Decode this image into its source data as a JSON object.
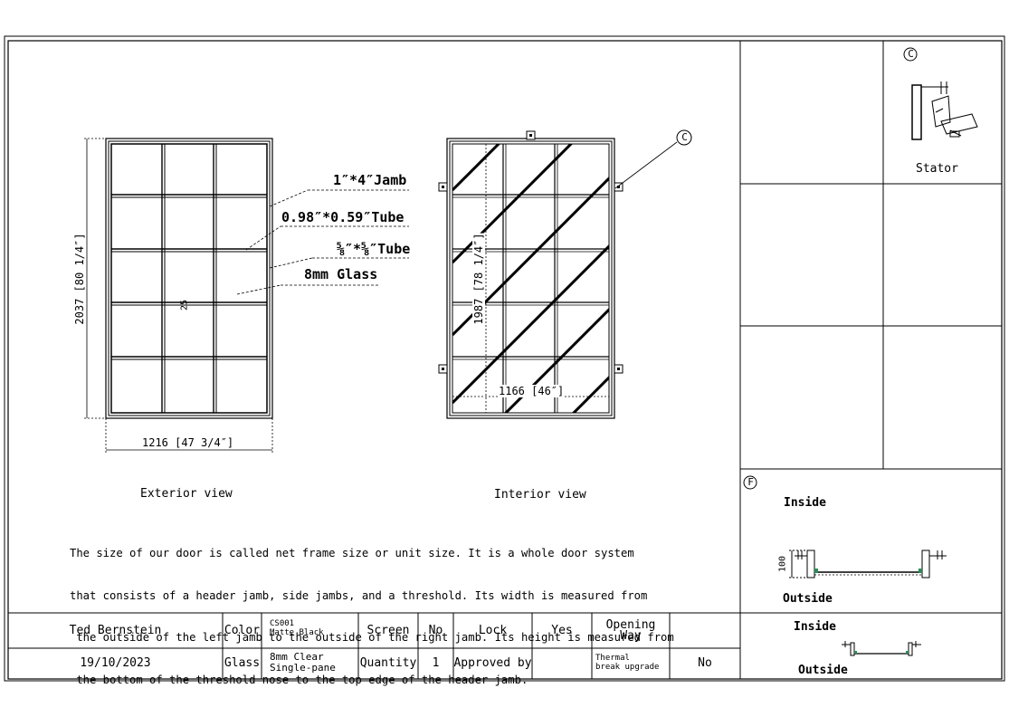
{
  "labels": {
    "jamb": "1″*4″Jamb",
    "tube_large": "0.98″*0.59″Tube",
    "tube_small": "⅝″*⅝″Tube",
    "glass": "8mm Glass",
    "callout_c": "C",
    "callout_f": "F"
  },
  "exterior": {
    "view_label": "Exterior view",
    "height_dim": "2037 [80 1/4″]",
    "width_dim": "1216 [47 3/4″]",
    "center_mark": "25"
  },
  "interior": {
    "view_label": "Interior view",
    "height_dim": "1987 [78 1/4″]",
    "width_dim": "1166 [46″]"
  },
  "side_panel": {
    "stator_label": "Stator",
    "section_inside": "Inside",
    "section_outside": "Outside",
    "section_dim": "100",
    "bottom_inside": "Inside",
    "bottom_outside": "Outside"
  },
  "note": [
    "The size of our door is called net frame size or unit size. It is a whole door system",
    "that consists of a header jamb, side jambs, and a threshold. Its width is measured from",
    " the outside of the left jamb to the outside of the right jamb. Its height is measured from",
    " the bottom of the threshold nose to the top edge of the header jamb."
  ],
  "title_block": {
    "customer": "Ted Bernstein",
    "date": "19/10/2023",
    "color_label": "Color",
    "color_code": "CS001",
    "color_value": "Matte Black",
    "glass_label": "Glass",
    "glass_value_1": "8mm Clear",
    "glass_value_2": "Single-pane",
    "screen_label": "Screen",
    "screen_value": "No",
    "quantity_label": "Quantity",
    "quantity_value": "1",
    "lock_label": "Lock",
    "lock_value": "Yes",
    "approved_label": "Approved by",
    "approved_value": "",
    "opening_label": "Opening Way",
    "opening_value": "",
    "thermal_label_1": "Thermal",
    "thermal_label_2": "break upgrade",
    "thermal_value": "No"
  }
}
